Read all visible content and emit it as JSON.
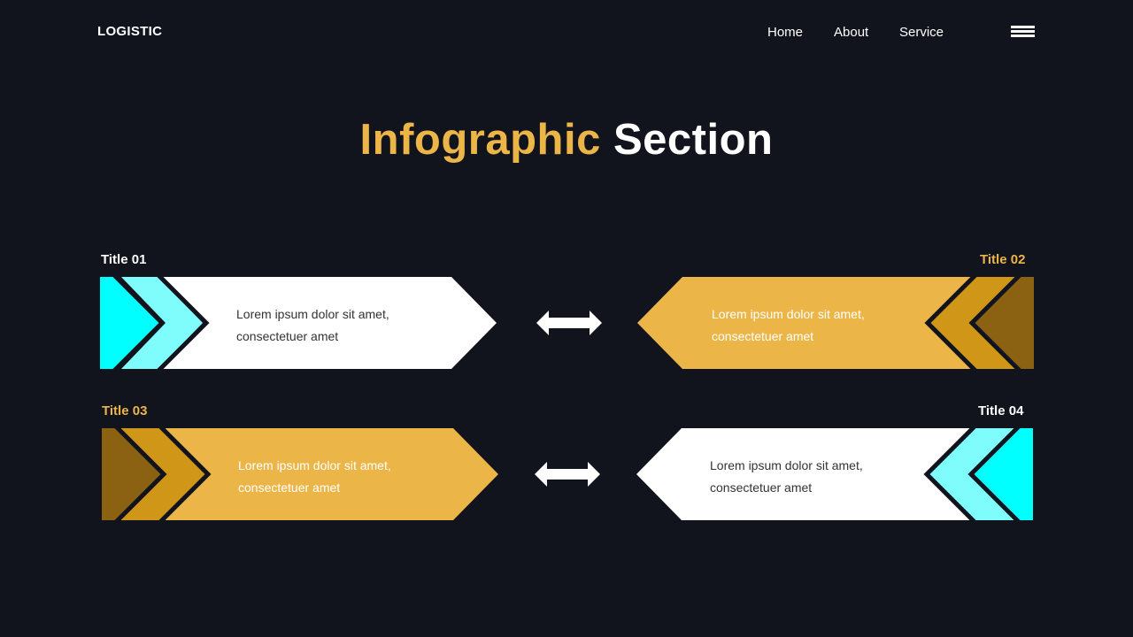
{
  "header": {
    "logo": "LOGISTIC",
    "nav": [
      {
        "label": "Home"
      },
      {
        "label": "About"
      },
      {
        "label": "Service"
      }
    ],
    "menu_icon": "hamburger-menu-icon"
  },
  "hero": {
    "title_part1": "Infographic",
    "title_part2": "Section"
  },
  "cards": [
    {
      "title": "Title 01",
      "line1": "Lorem ipsum dolor sit amet,",
      "line2": "consectetuer amet",
      "theme": "white-cyan"
    },
    {
      "title": "Title 02",
      "line1": "Lorem ipsum dolor sit amet,",
      "line2": "consectetuer amet",
      "theme": "gold"
    },
    {
      "title": "Title 03",
      "line1": "Lorem ipsum dolor sit amet,",
      "line2": "consectetuer amet",
      "theme": "gold"
    },
    {
      "title": "Title 04",
      "line1": "Lorem ipsum dolor sit amet,",
      "line2": "consectetuer amet",
      "theme": "white-cyan"
    }
  ],
  "connectors": [
    {
      "icon": "double-arrow-icon"
    },
    {
      "icon": "double-arrow-icon"
    }
  ],
  "colors": {
    "background": "#12141d",
    "gold": "#ebb547",
    "gold_mid": "#d09618",
    "gold_dark": "#8a6212",
    "cyan": "#00ffff",
    "cyan_light": "#7ffcfc",
    "white": "#ffffff"
  }
}
